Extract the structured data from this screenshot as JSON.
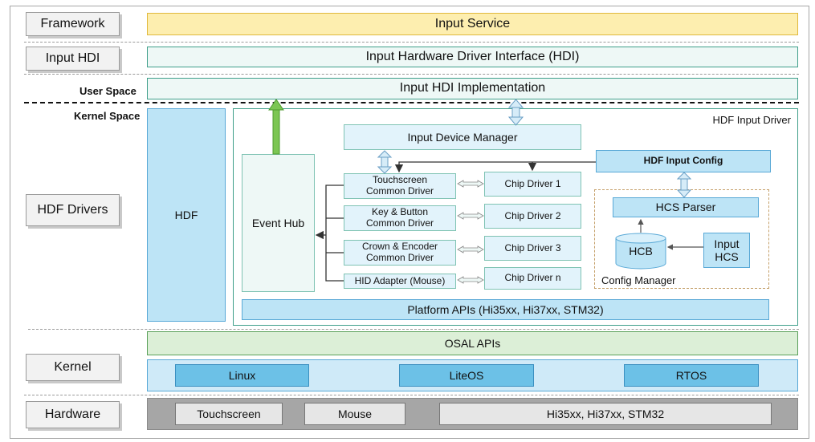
{
  "layers": {
    "framework": "Framework",
    "input_hdi": "Input HDI",
    "hdf_drivers": "HDF Drivers",
    "kernel": "Kernel",
    "hardware": "Hardware"
  },
  "space_labels": {
    "user": "User Space",
    "kernel": "Kernel Space"
  },
  "blocks": {
    "input_service": "Input Service",
    "hdi_interface": "Input Hardware Driver Interface (HDI)",
    "hdi_impl": "Input HDI Implementation",
    "hdf": "HDF",
    "hdf_input_driver": "HDF Input Driver",
    "input_device_manager": "Input Device Manager",
    "event_hub": "Event Hub",
    "platform_apis": "Platform APIs (Hi35xx, Hi37xx, STM32)",
    "osal_apis": "OSAL APIs"
  },
  "common_drivers": [
    "Touchscreen\nCommon Driver",
    "Key & Button\nCommon Driver",
    "Crown & Encoder\nCommon Driver",
    "HID Adapter (Mouse)"
  ],
  "chip_drivers": [
    "Chip Driver 1",
    "Chip Driver 2",
    "Chip Driver 3",
    "Chip Driver n"
  ],
  "config": {
    "hdf_input_config": "HDF Input Config",
    "hcs_parser": "HCS Parser",
    "hcb": "HCB",
    "input_hcs": "Input\nHCS",
    "config_manager": "Config Manager"
  },
  "kernels": [
    "Linux",
    "LiteOS",
    "RTOS"
  ],
  "hardware_items": [
    "Touchscreen",
    "Mouse",
    "Hi35xx, Hi37xx, STM32"
  ],
  "colors": {
    "yellow_fill": "#fdeeaf",
    "teal_fill": "#eef8f6",
    "blue_fill": "#bde4f6",
    "light_blue": "#e2f3fb",
    "green_fill": "#dcefd7",
    "kernel_blue": "#6cc1e7",
    "gray": "#bfbfbf"
  }
}
